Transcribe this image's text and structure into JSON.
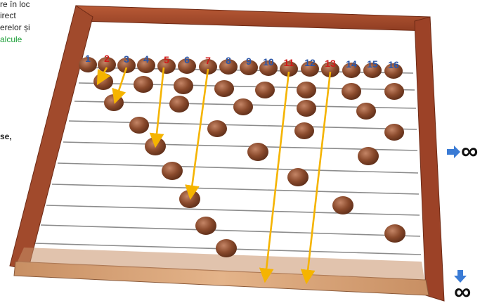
{
  "left_text": {
    "line1": "re în loc",
    "line2": "irect",
    "line3": "erelor și",
    "line4": "alcule",
    "line5": "se,"
  },
  "column_numbers": [
    {
      "label": "1",
      "color": "#2b56a8"
    },
    {
      "label": "2",
      "color": "#d11a1a"
    },
    {
      "label": "3",
      "color": "#2b56a8"
    },
    {
      "label": "4",
      "color": "#2b56a8"
    },
    {
      "label": "5",
      "color": "#d11a1a"
    },
    {
      "label": "6",
      "color": "#2b56a8"
    },
    {
      "label": "7",
      "color": "#d11a1a"
    },
    {
      "label": "8",
      "color": "#2b56a8"
    },
    {
      "label": "9",
      "color": "#2b56a8"
    },
    {
      "label": "10",
      "color": "#2b56a8"
    },
    {
      "label": "11",
      "color": "#d11a1a"
    },
    {
      "label": "12",
      "color": "#2b56a8"
    },
    {
      "label": "13",
      "color": "#d11a1a"
    },
    {
      "label": "14",
      "color": "#2b56a8"
    },
    {
      "label": "15",
      "color": "#2b56a8"
    },
    {
      "label": "16",
      "color": "#2b56a8"
    }
  ],
  "infinity_right": "∞",
  "infinity_bottom": "∞",
  "colors": {
    "frame": "#a5472b",
    "bead": "#8a4a2c",
    "arrow": "#f5b400",
    "blue_marker": "#3a7bd5",
    "green_text": "#1fa03a"
  }
}
